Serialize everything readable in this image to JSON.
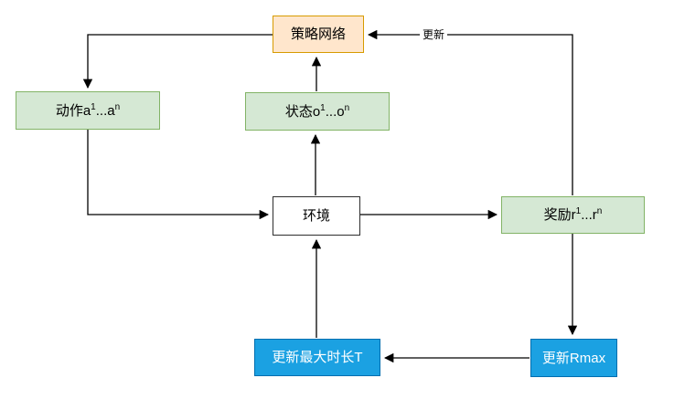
{
  "diagram": {
    "title": "multi-agent reinforcement learning loop",
    "nodes": {
      "policy": {
        "label": "策略网络"
      },
      "actions": {
        "prefix": "动作a",
        "sup1": "1",
        "dots": "...",
        "base2": "a",
        "sup2": "n"
      },
      "states": {
        "prefix": "状态o",
        "sup1": "1",
        "dots": "...",
        "base2": "o",
        "sup2": "n"
      },
      "environment": {
        "label": "环境"
      },
      "rewards": {
        "prefix": "奖励r",
        "sup1": "1",
        "dots": "...",
        "base2": "r",
        "sup2": "n"
      },
      "update_duration": {
        "label": "更新最大时长T"
      },
      "update_rmax": {
        "label": "更新Rmax"
      }
    },
    "edge_labels": {
      "update": "更新"
    },
    "colors": {
      "policy_fill": "#ffe6cc",
      "policy_border": "#d79b00",
      "green_fill": "#d5e8d4",
      "green_border": "#82b366",
      "environment_fill": "#ffffff",
      "environment_border": "#2d2d2d",
      "blue_fill": "#1ba1e2",
      "blue_border": "#006eaf",
      "blue_text": "#ffffff",
      "line": "#000000",
      "background": "#ffffff"
    }
  }
}
